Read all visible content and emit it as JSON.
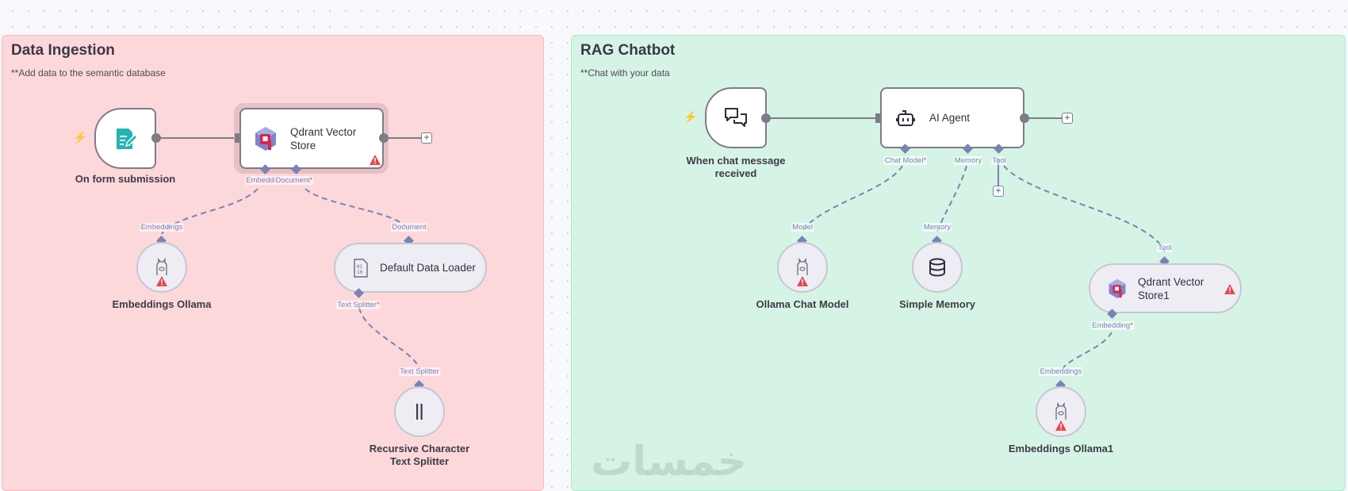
{
  "groups": {
    "ingestion": {
      "title": "Data Ingestion",
      "subtitle": "**Add data to the semantic database",
      "color": "#fdd8da"
    },
    "chatbot": {
      "title": "RAG Chatbot",
      "subtitle": "**Chat with your data",
      "color": "#d6f4e5"
    }
  },
  "nodes": {
    "form_trigger": {
      "label": "On form submission",
      "icon": "form-edit-icon",
      "trigger_icon": "lightning-bolt-icon"
    },
    "qdrant": {
      "title": "Qdrant Vector Store",
      "icon": "qdrant-logo-icon",
      "warning": true
    },
    "embeddings_ollama": {
      "label": "Embeddings Ollama",
      "icon": "ollama-llama-icon",
      "warning": true
    },
    "default_data_loader": {
      "title": "Default Data Loader",
      "icon": "binary-file-icon"
    },
    "recursive_splitter": {
      "label_line1": "Recursive Character",
      "label_line2": "Text Splitter",
      "icon": "text-split-icon"
    },
    "chat_trigger": {
      "label_line1": "When chat message",
      "label_line2": "received",
      "icon": "chat-bubbles-icon",
      "trigger_icon": "lightning-bolt-icon"
    },
    "ai_agent": {
      "title": "AI Agent",
      "icon": "robot-icon"
    },
    "ollama_chat": {
      "label": "Ollama Chat Model",
      "icon": "ollama-llama-icon",
      "warning": true
    },
    "simple_memory": {
      "label": "Simple Memory",
      "icon": "database-icon"
    },
    "qdrant1": {
      "title_line1": "Qdrant Vector",
      "title_line2": "Store1",
      "icon": "qdrant-logo-icon",
      "warning": true
    },
    "embeddings_ollama1": {
      "label": "Embeddings Ollama1",
      "icon": "ollama-llama-icon",
      "warning": true
    }
  },
  "qdrant_title_line1": "Qdrant Vector",
  "qdrant_title_line2": "Store",
  "connections": {
    "qdrant_embedding": "Embeddi",
    "qdrant_document": "Document",
    "embeddings_in": "Embeddings",
    "document_in": "Document",
    "loader_text_splitter": "Text Splitter",
    "splitter_in": "Text Splitter",
    "agent_chat_model": "Chat Model",
    "agent_memory": "Memory",
    "agent_tool": "Tool",
    "model_in": "Model",
    "memory_in": "Memory",
    "tool_in": "Tool",
    "qdrant1_embedding": "Embedding",
    "embeddings1_in": "Embeddings",
    "required_mark": "*"
  },
  "plus_symbol": "+",
  "watermark": "خمسات",
  "colors": {
    "ai_port": "#7b82b5",
    "main_edge": "#7d7c87",
    "warning": "#e5484d",
    "trigger": "#ef5a5a",
    "form_icon": "#23b3b3"
  }
}
